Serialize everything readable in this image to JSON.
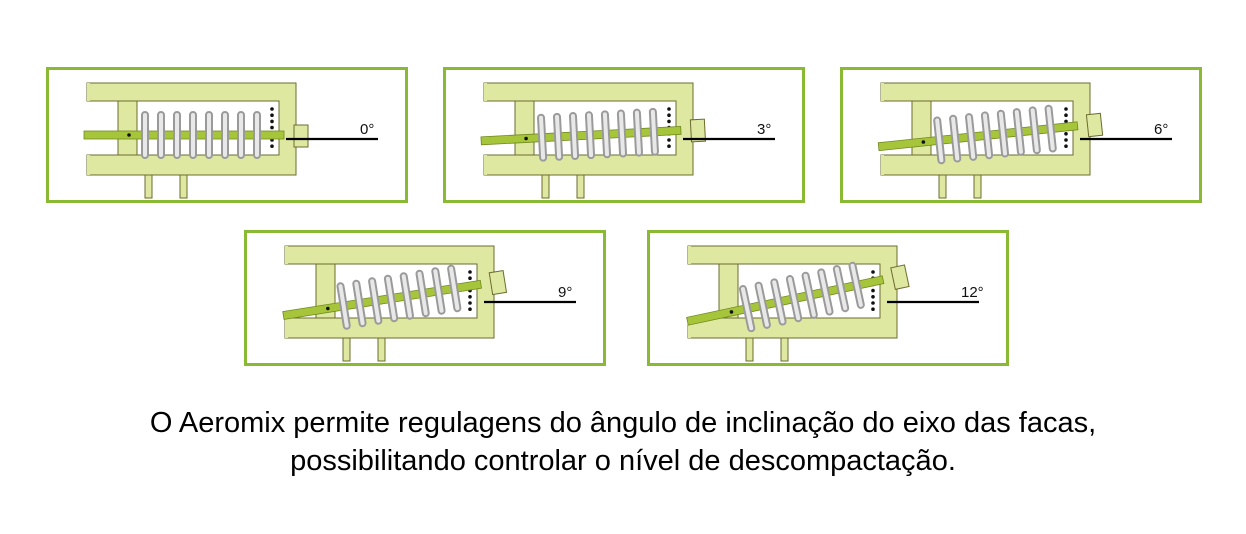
{
  "colors": {
    "frame_border": "#8aba34",
    "body_fill": "#dfe8a0",
    "body_stroke": "#6b6b30",
    "shaft": "#a6c53a",
    "spring": "#9a9a9a",
    "line": "#000000"
  },
  "panels": [
    {
      "angle_label": "0°",
      "angle_deg": 0
    },
    {
      "angle_label": "3°",
      "angle_deg": 3
    },
    {
      "angle_label": "6°",
      "angle_deg": 6
    },
    {
      "angle_label": "9°",
      "angle_deg": 9
    },
    {
      "angle_label": "12°",
      "angle_deg": 12
    }
  ],
  "caption": {
    "line1": "O Aeromix permite regulagens do ângulo de inclinação do eixo das facas,",
    "line2": "possibilitando controlar o nível de descompactação."
  }
}
